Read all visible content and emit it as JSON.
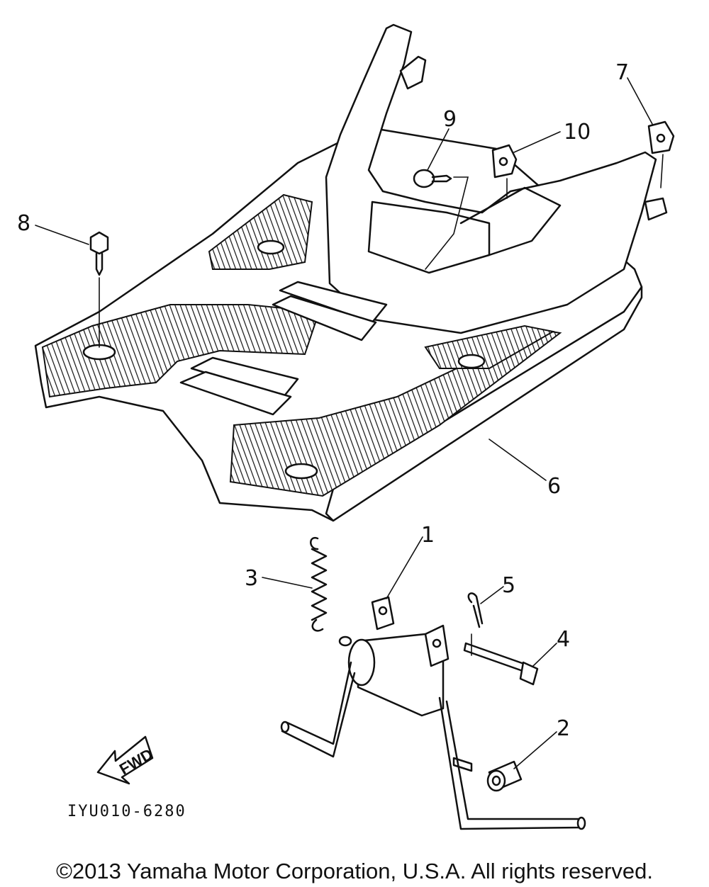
{
  "diagram": {
    "callouts": [
      {
        "id": "1",
        "label": "1"
      },
      {
        "id": "2",
        "label": "2"
      },
      {
        "id": "3",
        "label": "3"
      },
      {
        "id": "4",
        "label": "4"
      },
      {
        "id": "5",
        "label": "5"
      },
      {
        "id": "6",
        "label": "6"
      },
      {
        "id": "7",
        "label": "7"
      },
      {
        "id": "8",
        "label": "8"
      },
      {
        "id": "9",
        "label": "9"
      },
      {
        "id": "10",
        "label": "10"
      }
    ],
    "fwd_label": "FWD",
    "diagram_code": "IYU010-6280"
  },
  "footer": {
    "copyright": "©2013 Yamaha Motor Corporation, U.S.A. All rights reserved."
  }
}
